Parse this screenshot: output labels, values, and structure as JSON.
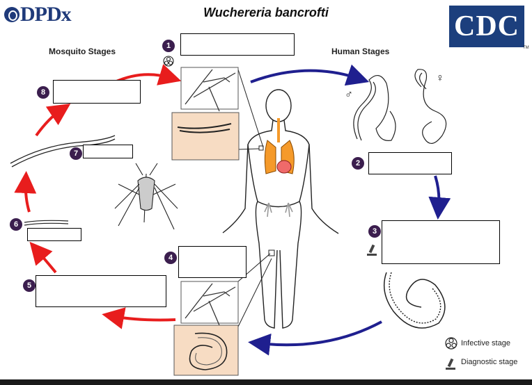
{
  "header": {
    "brand_left": "DPDx",
    "title": "Wuchereria bancrofti",
    "brand_right": "CDC"
  },
  "sections": {
    "mosquito": "Mosquito Stages",
    "human": "Human Stages"
  },
  "stages": [
    {
      "num": "1"
    },
    {
      "num": "2"
    },
    {
      "num": "3"
    },
    {
      "num": "4"
    },
    {
      "num": "5"
    },
    {
      "num": "6"
    },
    {
      "num": "7"
    },
    {
      "num": "8"
    }
  ],
  "symbols": {
    "male": "♂",
    "female": "♀"
  },
  "legend": {
    "infective": "Infective stage",
    "diagnostic": "Diagnostic stage"
  },
  "colors": {
    "red_arrow": "#e81d1d",
    "blue_arrow": "#1f1f8f",
    "badge": "#3b1e4e",
    "lung": "#f59a2a",
    "heart": "#ef6a6a",
    "panel": "#f7dcc3"
  },
  "icons": [
    "biohazard-icon",
    "microscope-icon"
  ]
}
